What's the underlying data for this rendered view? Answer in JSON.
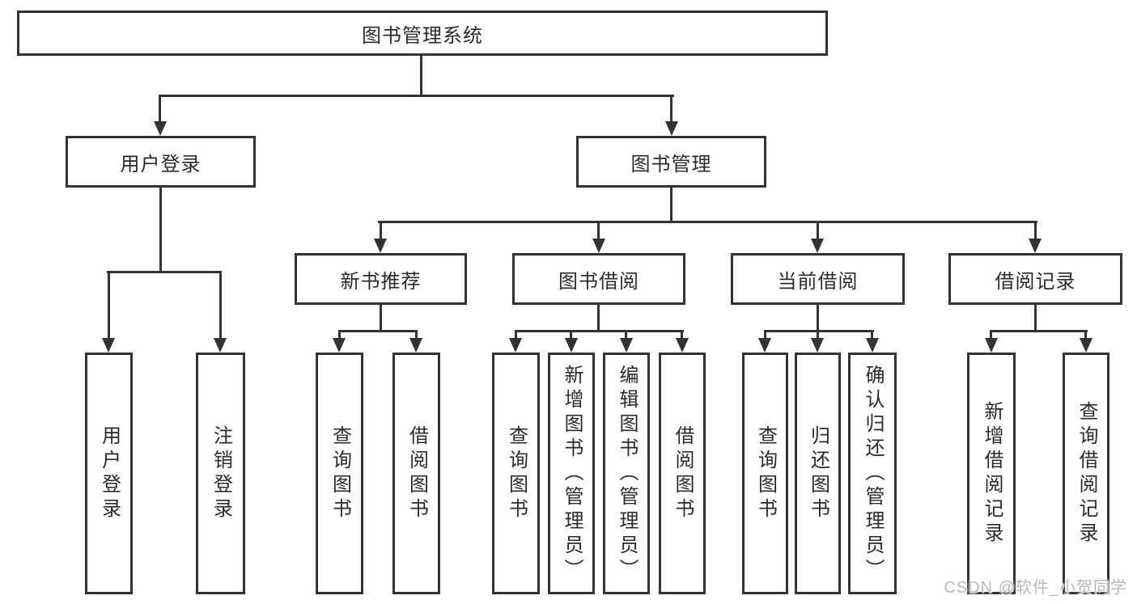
{
  "colors": {
    "background": "#ffffff",
    "line": "#333333",
    "text": "#2b2b2b",
    "watermark": "#b8b8b8"
  },
  "diagram": {
    "root": {
      "label": "图书管理系统"
    },
    "level2": [
      {
        "label": "用户登录"
      },
      {
        "label": "图书管理"
      }
    ],
    "level3": [
      {
        "label": "新书推荐"
      },
      {
        "label": "图书借阅"
      },
      {
        "label": "当前借阅"
      },
      {
        "label": "借阅记录"
      }
    ],
    "leaves": [
      {
        "label": "用户登录"
      },
      {
        "label": "注销登录"
      },
      {
        "label": "查询图书"
      },
      {
        "label": "借阅图书"
      },
      {
        "label": "查询图书"
      },
      {
        "label": "新增图书（管理员）"
      },
      {
        "label": "编辑图书（管理员）"
      },
      {
        "label": "借阅图书"
      },
      {
        "label": "查询图书"
      },
      {
        "label": "归还图书"
      },
      {
        "label": "确认归还（管理员）"
      },
      {
        "label": "新增借阅记录"
      },
      {
        "label": "查询借阅记录"
      }
    ]
  },
  "watermark": {
    "text": "CSDN @软件_小贺同学"
  }
}
